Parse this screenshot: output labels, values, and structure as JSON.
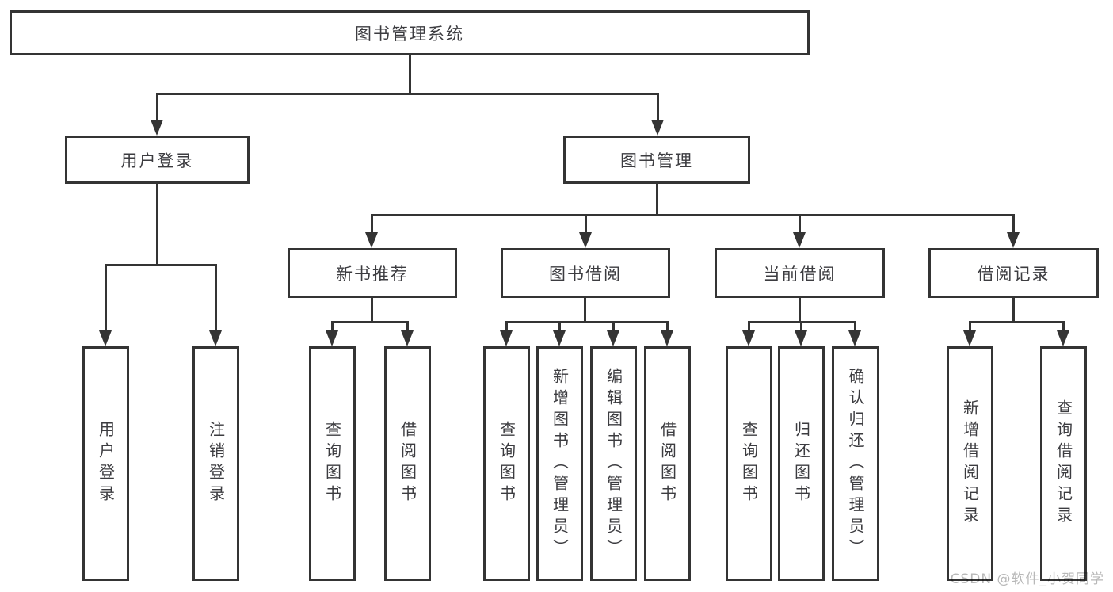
{
  "diagram_type": "functional-structure-tree",
  "colors": {
    "line": "#343434",
    "text": "#3c3c40",
    "background": "#ffffff",
    "watermark": "#b8b8b8"
  },
  "watermark": {
    "text": "CSDN @软件_小贺同学"
  },
  "tree": {
    "label": "图书管理系统",
    "children": [
      {
        "label": "用户登录",
        "children": [
          {
            "label": "用户登录"
          },
          {
            "label": "注销登录"
          }
        ]
      },
      {
        "label": "图书管理",
        "children": [
          {
            "label": "新书推荐",
            "children": [
              {
                "label": "查询图书"
              },
              {
                "label": "借阅图书"
              }
            ]
          },
          {
            "label": "图书借阅",
            "children": [
              {
                "label": "查询图书"
              },
              {
                "label": "新增图书（管理员）"
              },
              {
                "label": "编辑图书（管理员）"
              },
              {
                "label": "借阅图书"
              }
            ]
          },
          {
            "label": "当前借阅",
            "children": [
              {
                "label": "查询图书"
              },
              {
                "label": "归还图书"
              },
              {
                "label": "确认归还（管理员）"
              }
            ]
          },
          {
            "label": "借阅记录",
            "children": [
              {
                "label": "新增借阅记录"
              },
              {
                "label": "查询借阅记录"
              }
            ]
          }
        ]
      }
    ]
  }
}
